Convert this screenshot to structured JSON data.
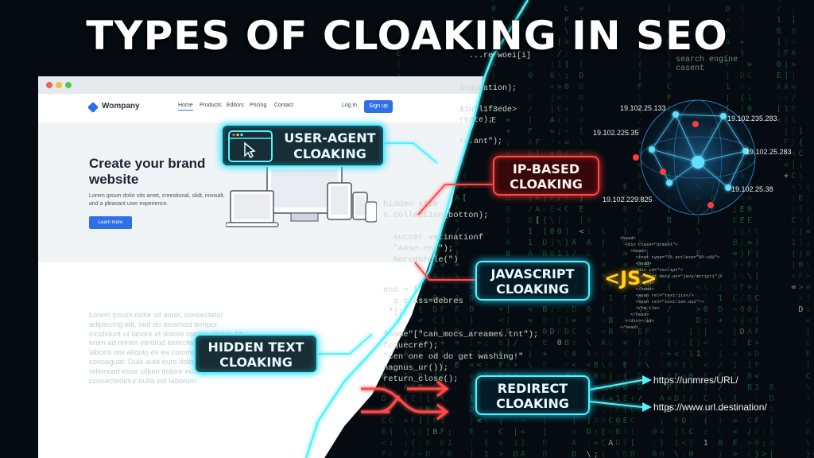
{
  "title": "TYPES OF CLOAKING IN SEO",
  "colors": {
    "cyan": "#4ff4ff",
    "red": "#ff4a4a",
    "yellow": "#ffd21a",
    "background": "#050b10"
  },
  "mock_site": {
    "brand": "Wompany",
    "nav": [
      "Home",
      "Products",
      "Editors",
      "Pricing",
      "Contact"
    ],
    "login": "Log in",
    "signup": "Sign up",
    "hero_title": "Create your brand website",
    "hero_text": "Lorem ipsum dolor sits amet, creestional, slidt, inivisalt, and a pleasant user experience.",
    "hero_button": "Learn more",
    "hidden_text": "Lorem ipsum dolor sit amet, consectetur adipiscing elit, sed do eiusmod tempor incididunt ut labore et dolore magna aliqua. Ut enim ad minim ventrud exercitation ullamco laboris nisi aliquip ex ea commodo consequat. conseguat. Duis aute irure dolor in vuluptat, reliencert esse cillum dolore eu fugiat consectedetur nulla est laborum."
  },
  "labels": {
    "user_agent": [
      "USER-AGENT",
      "CLOAKING"
    ],
    "ip_based": [
      "IP-BASED",
      "CLOAKING"
    ],
    "javascript": [
      "JAVASCRIPT",
      "CLOAKING"
    ],
    "hidden_text": [
      "HIDDEN TEXT",
      "CLOAKING"
    ],
    "redirect": [
      "REDIRECT",
      "CLOAKING"
    ],
    "js_badge": "<JS>"
  },
  "ip_addresses": [
    "19.102.25.133",
    "19.102.235.283",
    "19.102.225.35",
    "19.102.25.283",
    "19.102.229.825",
    "19.102.25.38"
  ],
  "urls": [
    "https://unmres/URL/",
    "https://www.url.destination/"
  ],
  "code": {
    "top": "search engine\ncasent",
    "block1": "  ...re woei[i]\n\n\nisgudation);\n\n$iufl1f3ede>\nreate);\n\nre.ant\");",
    "block2": "hidden size\ns.collection_botton);\n\n  succer.vetinationf\n  \"Anse-ent\");\n  %orennrole(\")",
    "block3": "ens = [\n  g class=debres\n \");\n\nfname\"[\"can_mocs_areames.tnt\");\nfcquecref);\n\"cen one od do get washing!\"\nnagnus_ur());\nreturn_close();",
    "html": "<head>\n  <div class=\"atms5l\">\n    <head>\n      <inat type=\"25 actlete=\"UP-c8U\">\n      <head>\n      <div id=\"xscript\">\n        <sspet data.at=\"java/script1\"/>\n      </sped>\n      </head>\n      <span rel=\"text/jix</>\n      <span rel=\"text/ion.oo2\"/>\n      </hm.tle>\n    </head>\n  </div></ed>\n</head>"
  }
}
